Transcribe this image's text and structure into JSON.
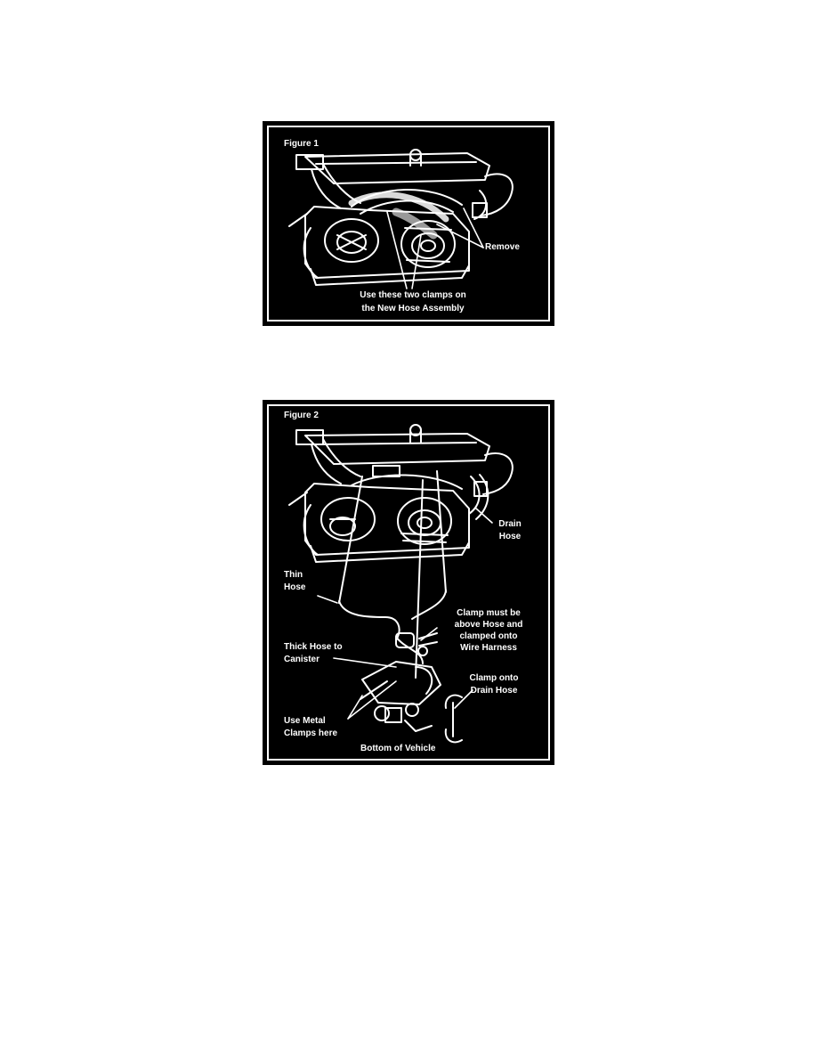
{
  "figure1": {
    "title": "Figure 1",
    "labels": {
      "remove": "Remove",
      "use_clamps_line1": "Use these two clamps on",
      "use_clamps_line2": "the New Hose Assembly"
    }
  },
  "figure2": {
    "title": "Figure 2",
    "labels": {
      "drain_hose_line1": "Drain",
      "drain_hose_line2": "Hose",
      "thin_hose_line1": "Thin",
      "thin_hose_line2": "Hose",
      "clamp_above_line1": "Clamp must be",
      "clamp_above_line2": "above Hose and",
      "clamp_above_line3": "clamped onto",
      "clamp_above_line4": "Wire Harness",
      "thick_hose_line1": "Thick Hose to",
      "thick_hose_line2": "Canister",
      "clamp_drain_line1": "Clamp onto",
      "clamp_drain_line2": "Drain Hose",
      "metal_clamps_line1": "Use Metal",
      "metal_clamps_line2": "Clamps here",
      "bottom_of_vehicle": "Bottom of Vehicle"
    }
  }
}
